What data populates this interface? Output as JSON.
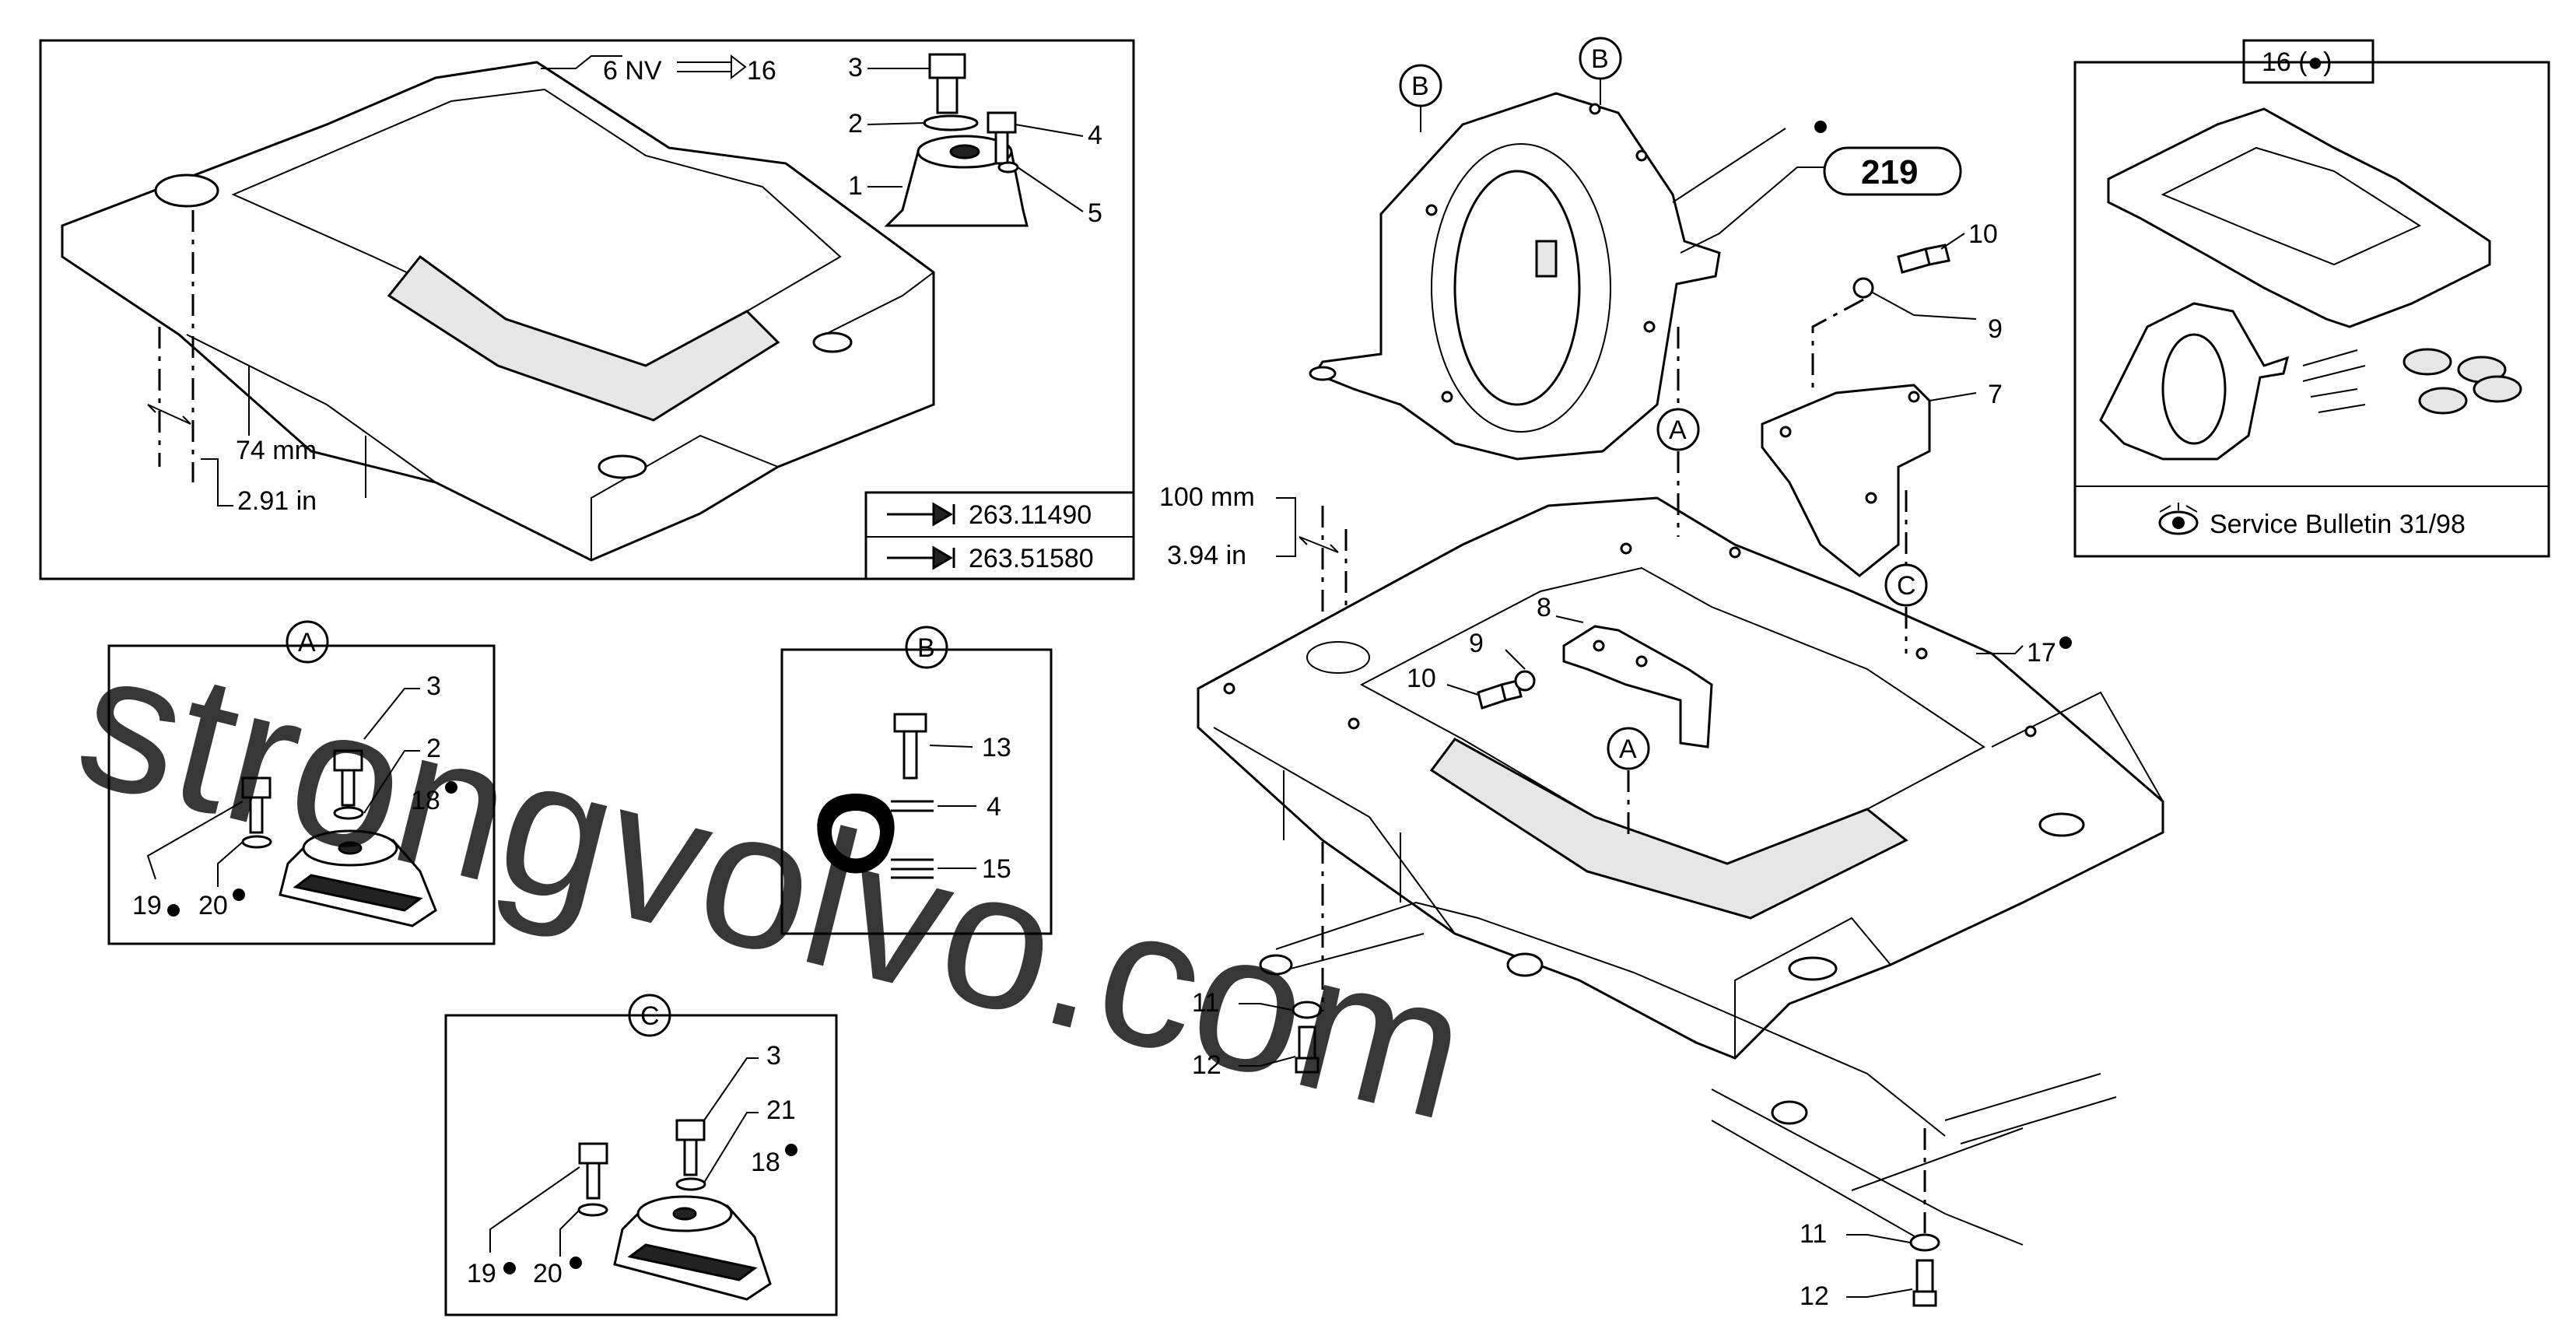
{
  "main_diagram": {
    "callouts": {
      "c1": "1",
      "c2": "2",
      "c3": "3",
      "c4": "4",
      "c5": "5",
      "c6": "6 NV",
      "c16": "16",
      "c7": "7",
      "c8": "8",
      "c9a": "9",
      "c9b": "9",
      "c10a": "10",
      "c10b": "10",
      "c11a": "11",
      "c11b": "11",
      "c12a": "12",
      "c12b": "12",
      "c17": "17",
      "c219": "219"
    },
    "dimensions": {
      "d74mm": "74 mm",
      "d291in": "2.91 in",
      "d100mm": "100 mm",
      "d394in": "3.94 in"
    },
    "refs": {
      "ref1": "263.11490",
      "ref2": "263.51580"
    },
    "circles": {
      "a": "A",
      "b": "B",
      "c": "C"
    }
  },
  "inset_16": {
    "title": "16 (●)",
    "service_bulletin": "Service Bulletin 31/98"
  },
  "detail_a": {
    "title": "A",
    "c3": "3",
    "c2": "2",
    "c18": "18",
    "c19": "19",
    "c20": "20"
  },
  "detail_b": {
    "title": "B",
    "c13": "13",
    "c4": "4",
    "c15": "15"
  },
  "detail_c": {
    "title": "C",
    "c3": "3",
    "c21": "21",
    "c18": "18",
    "c19": "19",
    "c20": "20"
  },
  "watermark": "strongvolvo.com",
  "colors": {
    "watermark": "#e9a2a2",
    "line": "#000000"
  }
}
